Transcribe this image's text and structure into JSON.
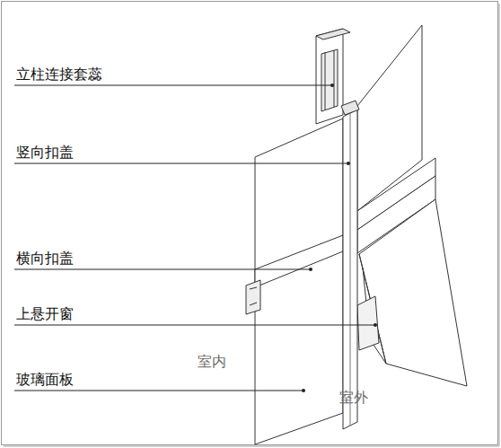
{
  "diagram": {
    "labels": [
      "立柱连接套蕊",
      "竖向扣盖",
      "横向扣盖",
      "上悬开窗",
      "玻璃面板",
      "室内",
      "室外"
    ]
  }
}
